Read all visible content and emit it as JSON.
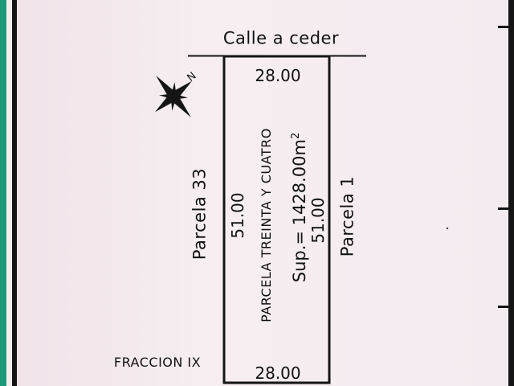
{
  "street": "Calle a ceder",
  "lot": {
    "name": "PARCELA TREINTA Y CUATRO",
    "area_prefix": "Sup.= ",
    "area_value": "1428.00",
    "area_unit": "m",
    "area_unit_exp": "2"
  },
  "dimensions": {
    "top": "28.00",
    "bottom": "28.00",
    "left": "51.00",
    "right": "51.00"
  },
  "neighbors": {
    "left": "Parcela 33",
    "right": "Parcela 1"
  },
  "fraction": "FRACCION IX",
  "north_marker": "N"
}
